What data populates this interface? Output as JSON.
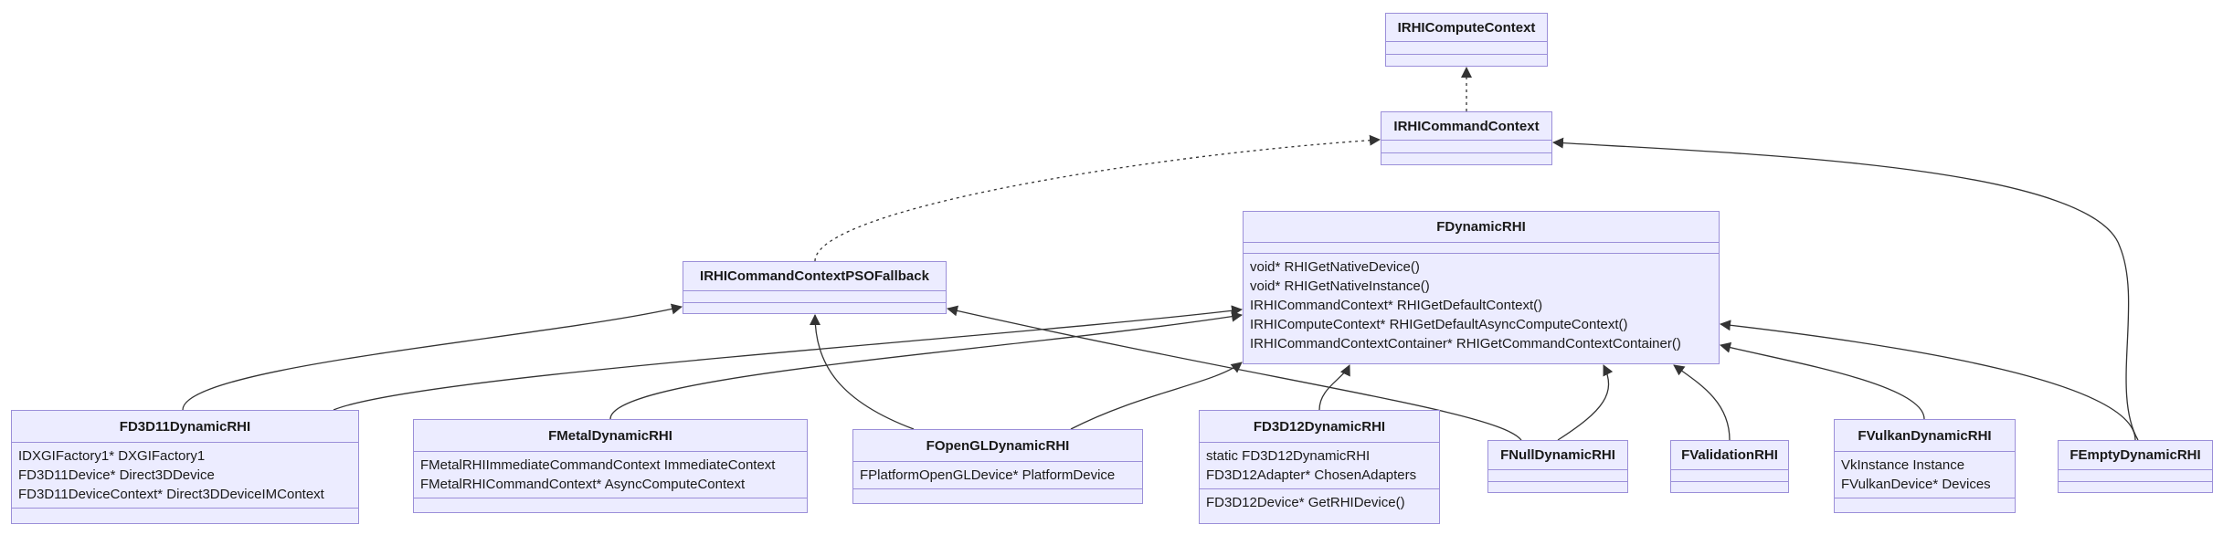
{
  "colors": {
    "fill": "#ECECFF",
    "border": "#9B8FD9",
    "edge": "#333333"
  },
  "classes": {
    "IRHIComputeContext": {
      "name": "IRHIComputeContext",
      "attributes": [],
      "methods": []
    },
    "IRHICommandContext": {
      "name": "IRHICommandContext",
      "attributes": [],
      "methods": []
    },
    "IRHICommandContextPSOFallback": {
      "name": "IRHICommandContextPSOFallback",
      "attributes": [],
      "methods": []
    },
    "FDynamicRHI": {
      "name": "FDynamicRHI",
      "attributes": [],
      "methods": [
        "void* RHIGetNativeDevice()",
        "void* RHIGetNativeInstance()",
        "IRHICommandContext* RHIGetDefaultContext()",
        "IRHIComputeContext* RHIGetDefaultAsyncComputeContext()",
        "IRHICommandContextContainer* RHIGetCommandContextContainer()"
      ]
    },
    "FD3D11DynamicRHI": {
      "name": "FD3D11DynamicRHI",
      "attributes": [
        "IDXGIFactory1* DXGIFactory1",
        "FD3D11Device* Direct3DDevice",
        "FD3D11DeviceContext* Direct3DDeviceIMContext"
      ],
      "methods": []
    },
    "FMetalDynamicRHI": {
      "name": "FMetalDynamicRHI",
      "attributes": [
        "FMetalRHIImmediateCommandContext ImmediateContext",
        "FMetalRHICommandContext* AsyncComputeContext"
      ],
      "methods": []
    },
    "FOpenGLDynamicRHI": {
      "name": "FOpenGLDynamicRHI",
      "attributes": [
        "FPlatformOpenGLDevice* PlatformDevice"
      ],
      "methods": []
    },
    "FD3D12DynamicRHI": {
      "name": "FD3D12DynamicRHI",
      "attributes": [
        "static FD3D12DynamicRHI",
        "FD3D12Adapter* ChosenAdapters"
      ],
      "methods": [
        "FD3D12Device* GetRHIDevice()"
      ]
    },
    "FNullDynamicRHI": {
      "name": "FNullDynamicRHI",
      "attributes": [],
      "methods": []
    },
    "FValidationRHI": {
      "name": "FValidationRHI",
      "attributes": [],
      "methods": []
    },
    "FVulkanDynamicRHI": {
      "name": "FVulkanDynamicRHI",
      "attributes": [
        "VkInstance Instance",
        "FVulkanDevice* Devices"
      ],
      "methods": []
    },
    "FEmptyDynamicRHI": {
      "name": "FEmptyDynamicRHI",
      "attributes": [],
      "methods": []
    }
  },
  "relations": [
    {
      "from": "IRHICommandContext",
      "to": "IRHIComputeContext",
      "type": "realization"
    },
    {
      "from": "IRHICommandContextPSOFallback",
      "to": "IRHICommandContext",
      "type": "realization"
    },
    {
      "from": "FEmptyDynamicRHI",
      "to": "IRHICommandContext",
      "type": "inheritance"
    },
    {
      "from": "FD3D11DynamicRHI",
      "to": "IRHICommandContextPSOFallback",
      "type": "inheritance"
    },
    {
      "from": "FD3D11DynamicRHI",
      "to": "FDynamicRHI",
      "type": "inheritance"
    },
    {
      "from": "FOpenGLDynamicRHI",
      "to": "IRHICommandContextPSOFallback",
      "type": "inheritance"
    },
    {
      "from": "FNullDynamicRHI",
      "to": "IRHICommandContextPSOFallback",
      "type": "inheritance"
    },
    {
      "from": "FMetalDynamicRHI",
      "to": "FDynamicRHI",
      "type": "inheritance"
    },
    {
      "from": "FOpenGLDynamicRHI",
      "to": "FDynamicRHI",
      "type": "inheritance"
    },
    {
      "from": "FD3D12DynamicRHI",
      "to": "FDynamicRHI",
      "type": "inheritance"
    },
    {
      "from": "FNullDynamicRHI",
      "to": "FDynamicRHI",
      "type": "inheritance"
    },
    {
      "from": "FValidationRHI",
      "to": "FDynamicRHI",
      "type": "inheritance"
    },
    {
      "from": "FVulkanDynamicRHI",
      "to": "FDynamicRHI",
      "type": "inheritance"
    },
    {
      "from": "FEmptyDynamicRHI",
      "to": "FDynamicRHI",
      "type": "inheritance"
    }
  ]
}
